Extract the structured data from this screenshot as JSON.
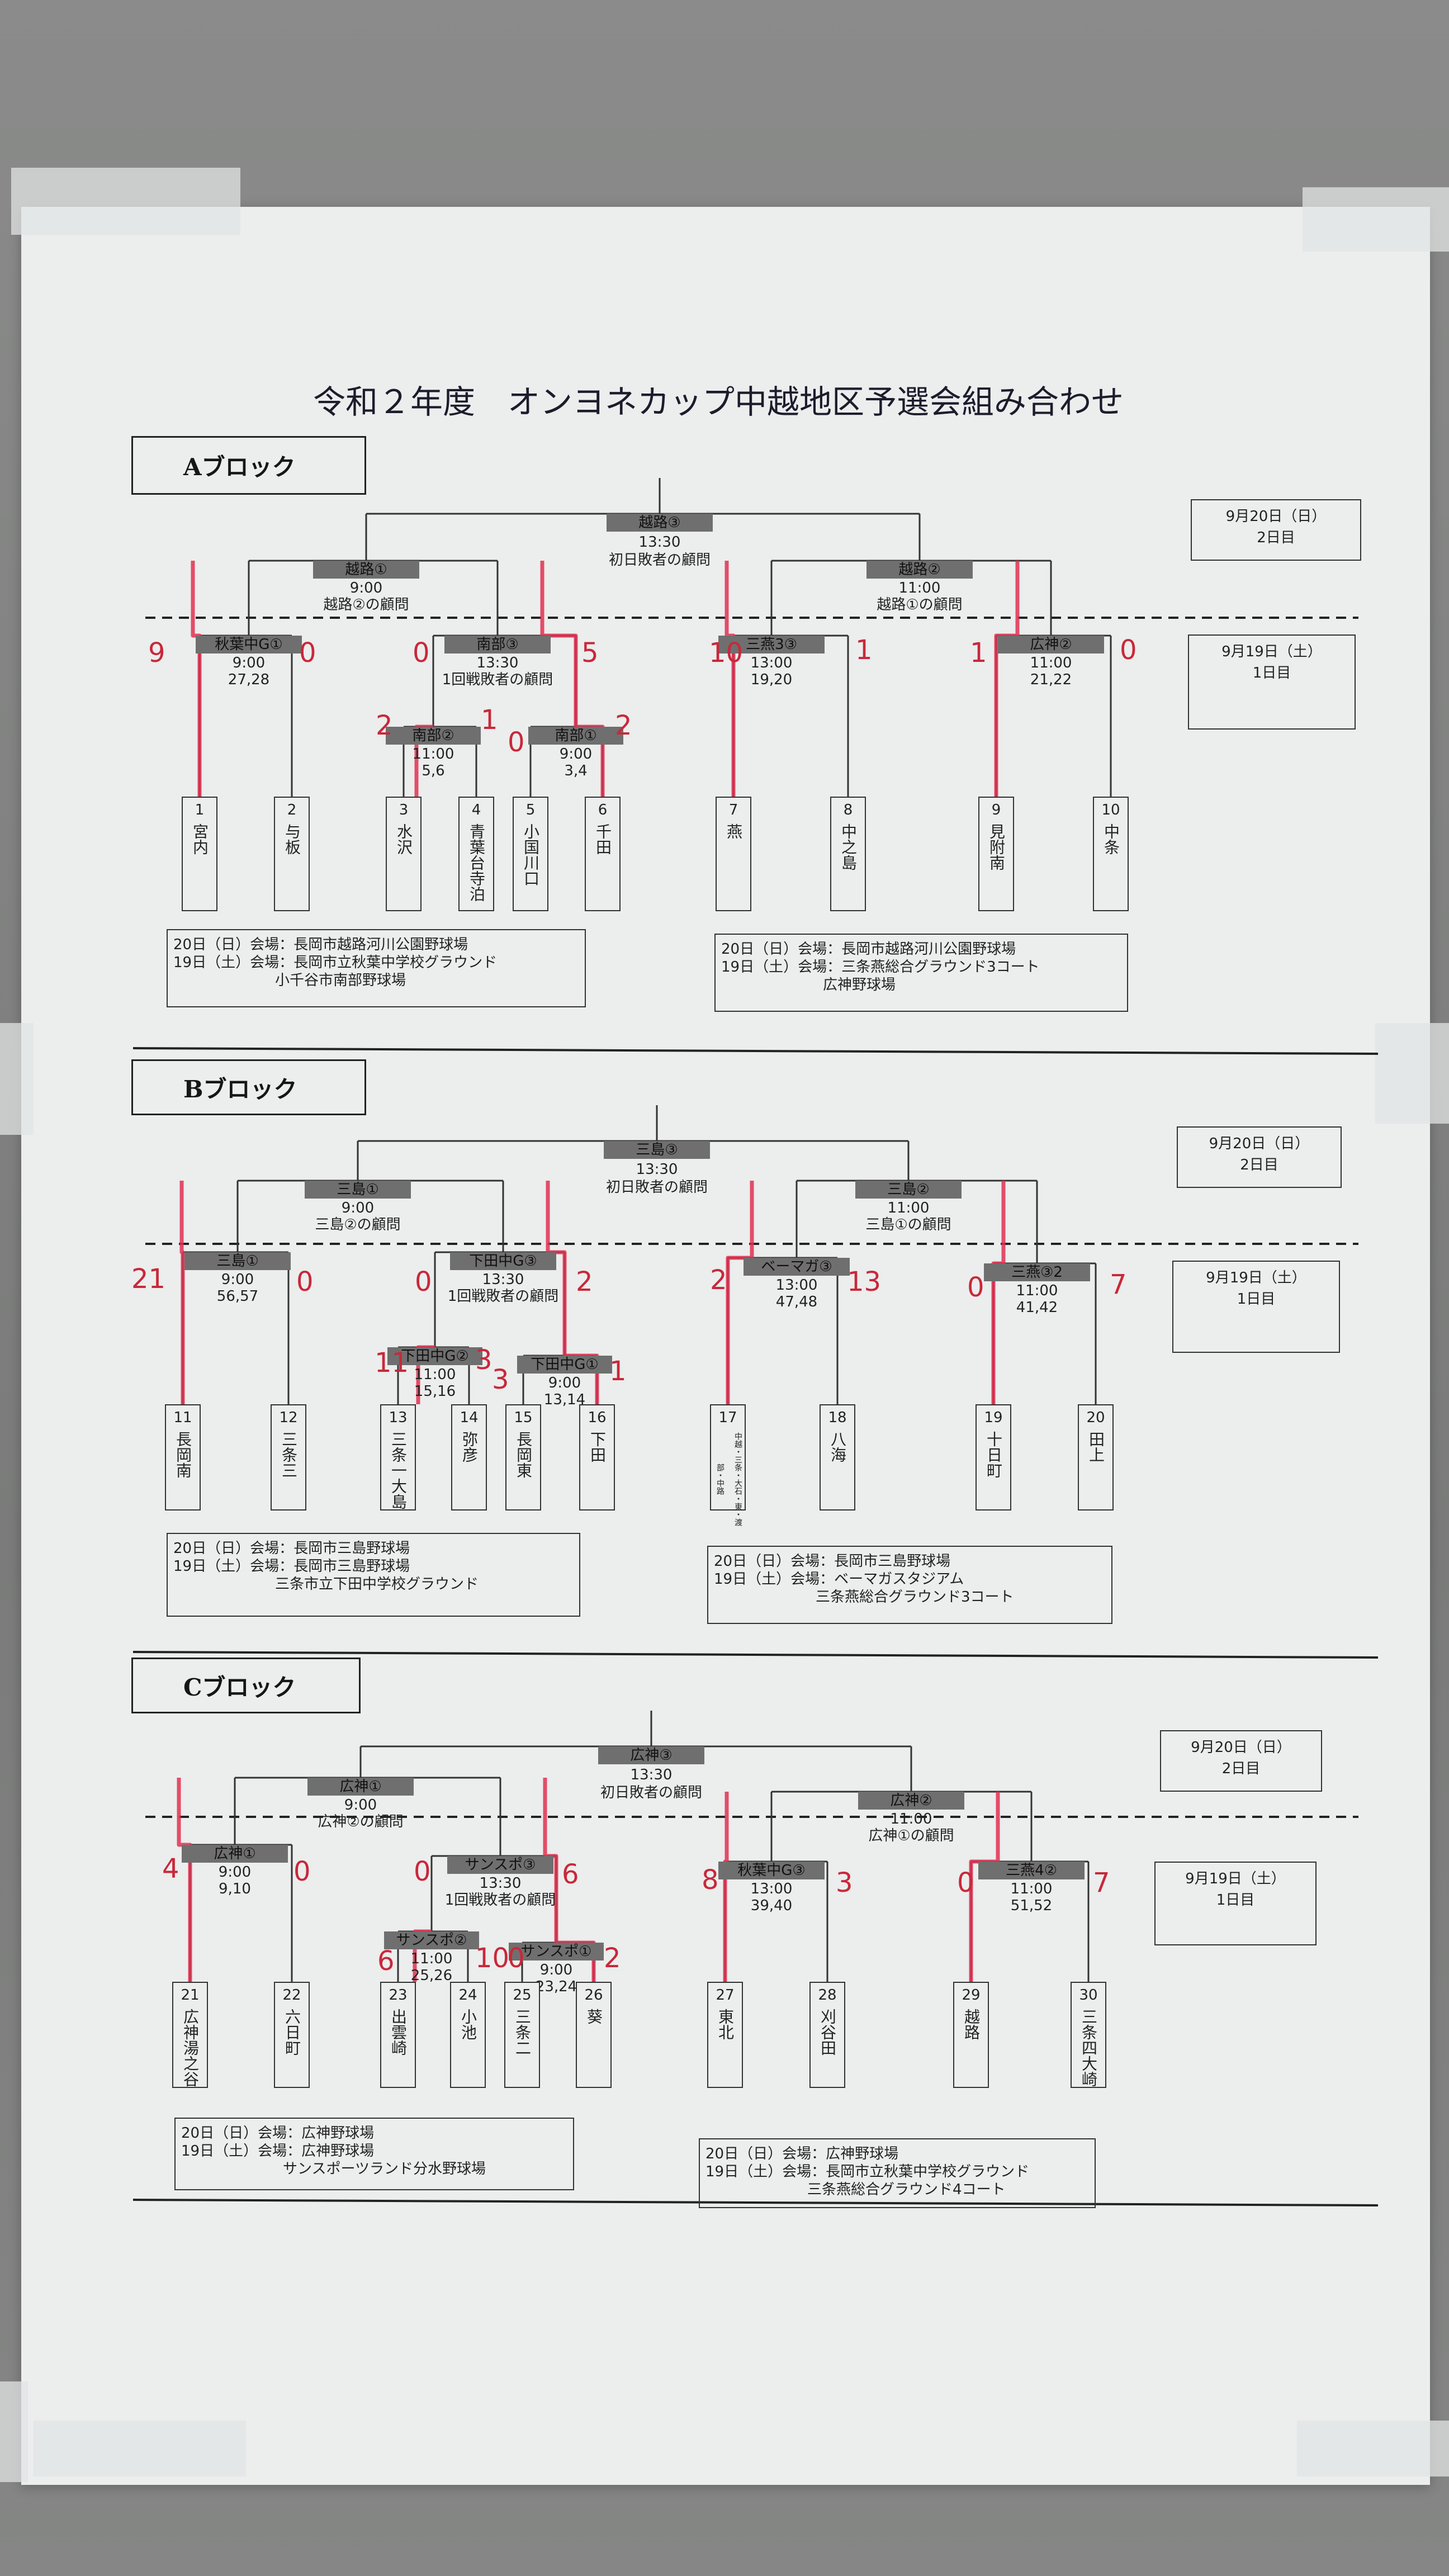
{
  "title": "令和２年度　オンヨネカップ中越地区予選会組み合わせ",
  "blocks": [
    {
      "key": "a",
      "label": "Aブロック",
      "date2": {
        "d": "9月20日（日）",
        "r": "2日目"
      },
      "date1": {
        "d": "9月19日（土）",
        "r": "1日目"
      },
      "final": {
        "label": "越路③",
        "time": "13:30",
        "note": "初日敗者の顧問"
      },
      "semis": [
        {
          "label": "越路①",
          "time": "9:00",
          "note": "越路②の顧問"
        },
        {
          "label": "越路②",
          "time": "11:00",
          "note": "越路①の顧問"
        }
      ],
      "r1": [
        {
          "label": "秋葉中G①",
          "time": "9:00",
          "score": "27,28"
        },
        {
          "label": "南部③",
          "time": "13:30",
          "note": "1回戦敗者の顧問"
        },
        {
          "label": "三燕3③",
          "time": "13:00",
          "score": "19,20"
        },
        {
          "label": "広神②",
          "time": "11:00",
          "score": "21,22"
        }
      ],
      "pre": [
        {
          "label": "南部②",
          "time": "11:00",
          "score": "5,6"
        },
        {
          "label": "南部①",
          "time": "9:00",
          "score": "3,4"
        }
      ],
      "teams": [
        {
          "n": "1",
          "name": "宮内"
        },
        {
          "n": "2",
          "name": "与板"
        },
        {
          "n": "3",
          "name": "水沢"
        },
        {
          "n": "4",
          "name": "青葉台寺泊"
        },
        {
          "n": "5",
          "name": "小国川口"
        },
        {
          "n": "6",
          "name": "千田"
        },
        {
          "n": "7",
          "name": "燕"
        },
        {
          "n": "8",
          "name": "中之島"
        },
        {
          "n": "9",
          "name": "見附南"
        },
        {
          "n": "10",
          "name": "中条"
        }
      ],
      "venues": [
        [
          "20日（日）会場：長岡市越路河川公園野球場",
          "19日（土）会場：長岡市立秋葉中学校グラウンド",
          "　　　　　　　小千谷市南部野球場"
        ],
        [
          "20日（日）会場：長岡市越路河川公園野球場",
          "19日（土）会場：三条燕総合グラウンド3コート",
          "　　　　　　　広神野球場"
        ]
      ],
      "scores": [
        "9",
        "0",
        "0",
        "5",
        "2",
        "1",
        "0",
        "2",
        "10",
        "1",
        "1",
        "0"
      ]
    },
    {
      "key": "b",
      "label": "Bブロック",
      "date2": {
        "d": "9月20日（日）",
        "r": "2日目"
      },
      "date1": {
        "d": "9月19日（土）",
        "r": "1日目"
      },
      "final": {
        "label": "三島③",
        "time": "13:30",
        "note": "初日敗者の顧問"
      },
      "semis": [
        {
          "label": "三島①",
          "time": "9:00",
          "note": "三島②の顧問"
        },
        {
          "label": "三島②",
          "time": "11:00",
          "note": "三島①の顧問"
        }
      ],
      "r1": [
        {
          "label": "三島①",
          "time": "9:00",
          "score": "56,57"
        },
        {
          "label": "下田中G③",
          "time": "13:30",
          "note": "1回戦敗者の顧問"
        },
        {
          "label": "ベーマガ③",
          "time": "13:00",
          "score": "47,48"
        },
        {
          "label": "三燕③2",
          "time": "11:00",
          "score": "41,42"
        }
      ],
      "pre": [
        {
          "label": "下田中G②",
          "time": "11:00",
          "score": "15,16"
        },
        {
          "label": "下田中G①",
          "time": "9:00",
          "score": "13,14"
        }
      ],
      "teams": [
        {
          "n": "11",
          "name": "長岡南"
        },
        {
          "n": "12",
          "name": "三条三"
        },
        {
          "n": "13",
          "name": "三条一大島"
        },
        {
          "n": "14",
          "name": "弥彦"
        },
        {
          "n": "15",
          "name": "長岡東"
        },
        {
          "n": "16",
          "name": "下田"
        },
        {
          "n": "17",
          "name": "中越・三条・大石・東・渡部・中路",
          "sm": true
        },
        {
          "n": "18",
          "name": "八海"
        },
        {
          "n": "19",
          "name": "十日町"
        },
        {
          "n": "20",
          "name": "田上"
        }
      ],
      "venues": [
        [
          "20日（日）会場：長岡市三島野球場",
          "19日（土）会場：長岡市三島野球場",
          "　　　　　　　三条市立下田中学校グラウンド"
        ],
        [
          "20日（日）会場：長岡市三島野球場",
          "19日（土）会場：ベーマガスタジアム",
          "　　　　　　　三条燕総合グラウンド3コート"
        ]
      ],
      "scores": [
        "21",
        "0",
        "0",
        "2",
        "11",
        "3",
        "3",
        "1",
        "2",
        "13",
        "0",
        "7"
      ]
    },
    {
      "key": "c",
      "label": "Cブロック",
      "date2": {
        "d": "9月20日（日）",
        "r": "2日目"
      },
      "date1": {
        "d": "9月19日（土）",
        "r": "1日目"
      },
      "final": {
        "label": "広神③",
        "time": "13:30",
        "note": "初日敗者の顧問"
      },
      "semis": [
        {
          "label": "広神①",
          "time": "9:00",
          "note": "広神②の顧問"
        },
        {
          "label": "広神②",
          "time": "11:00",
          "note": "広神①の顧問"
        }
      ],
      "r1": [
        {
          "label": "広神①",
          "time": "9:00",
          "score": "9,10"
        },
        {
          "label": "サンスポ③",
          "time": "13:30",
          "note": "1回戦敗者の顧問"
        },
        {
          "label": "秋葉中G③",
          "time": "13:00",
          "score": "39,40"
        },
        {
          "label": "三燕4②",
          "time": "11:00",
          "score": "51,52"
        }
      ],
      "pre": [
        {
          "label": "サンスポ②",
          "time": "11:00",
          "score": "25,26"
        },
        {
          "label": "サンスポ①",
          "time": "9:00",
          "score": "23,24"
        }
      ],
      "teams": [
        {
          "n": "21",
          "name": "広神湯之谷"
        },
        {
          "n": "22",
          "name": "六日町"
        },
        {
          "n": "23",
          "name": "出雲崎"
        },
        {
          "n": "24",
          "name": "小池"
        },
        {
          "n": "25",
          "name": "三条二"
        },
        {
          "n": "26",
          "name": "葵"
        },
        {
          "n": "27",
          "name": "東北"
        },
        {
          "n": "28",
          "name": "刈谷田"
        },
        {
          "n": "29",
          "name": "越路"
        },
        {
          "n": "30",
          "name": "三条四大崎"
        }
      ],
      "venues": [
        [
          "20日（日）会場：広神野球場",
          "19日（土）会場：広神野球場",
          "　　　　　　　サンスポーツランド分水野球場"
        ],
        [
          "20日（日）会場：広神野球場",
          "19日（土）会場：長岡市立秋葉中学校グラウンド",
          "　　　　　　　三条燕総合グラウンド4コート"
        ]
      ],
      "scores": [
        "4",
        "0",
        "0",
        "6",
        "6",
        "10",
        "0",
        "2",
        "8",
        "3",
        "0",
        "7"
      ]
    }
  ]
}
